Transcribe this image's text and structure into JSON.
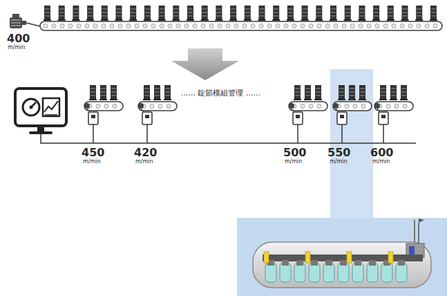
{
  "diagram": {
    "labels": [
      "400",
      "m/min",
      "450",
      "m/min",
      "420",
      "m/min",
      "...... 錠節模組管理 ......",
      "500",
      "m/min",
      "550",
      "m/min",
      "600",
      "m/min"
    ]
  }
}
